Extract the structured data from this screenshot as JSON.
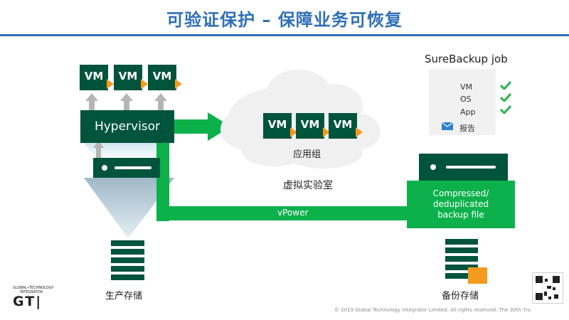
{
  "title": "可验证保护 – 保障业务可恢复",
  "vm_label": "VM",
  "hypervisor_label": "Hypervisor",
  "app_group_label": "应用组",
  "virtual_lab_label": "虚拟实验室",
  "vpower_label": "vPower",
  "surebackup": {
    "title": "SureBackup job",
    "items": [
      "VM",
      "OS",
      "App"
    ],
    "report_label": "报告"
  },
  "backup_file_lines": [
    "Compressed/",
    "deduplicated",
    "backup file"
  ],
  "production_storage_label": "生产存储",
  "backup_storage_label": "备份存储",
  "logo": {
    "small_lines": [
      "GLOBAL•TECHNOLOGY",
      "INTEGRATOR"
    ],
    "mark": "GT|"
  },
  "footer": "© 2019 Global Technology Integrator Limited. All rights reserved. The 30th Yrs.",
  "colors": {
    "title_blue": "#2f6fb8",
    "dark_green": "#00543c",
    "bright_green": "#0db14b",
    "orange": "#f39a1f",
    "check_green": "#2db24a"
  },
  "icons": [
    "arrow-up-icon",
    "arrow-right-icon",
    "cloud-icon",
    "server-icon",
    "storage-stack-icon",
    "mail-icon",
    "check-icon"
  ]
}
